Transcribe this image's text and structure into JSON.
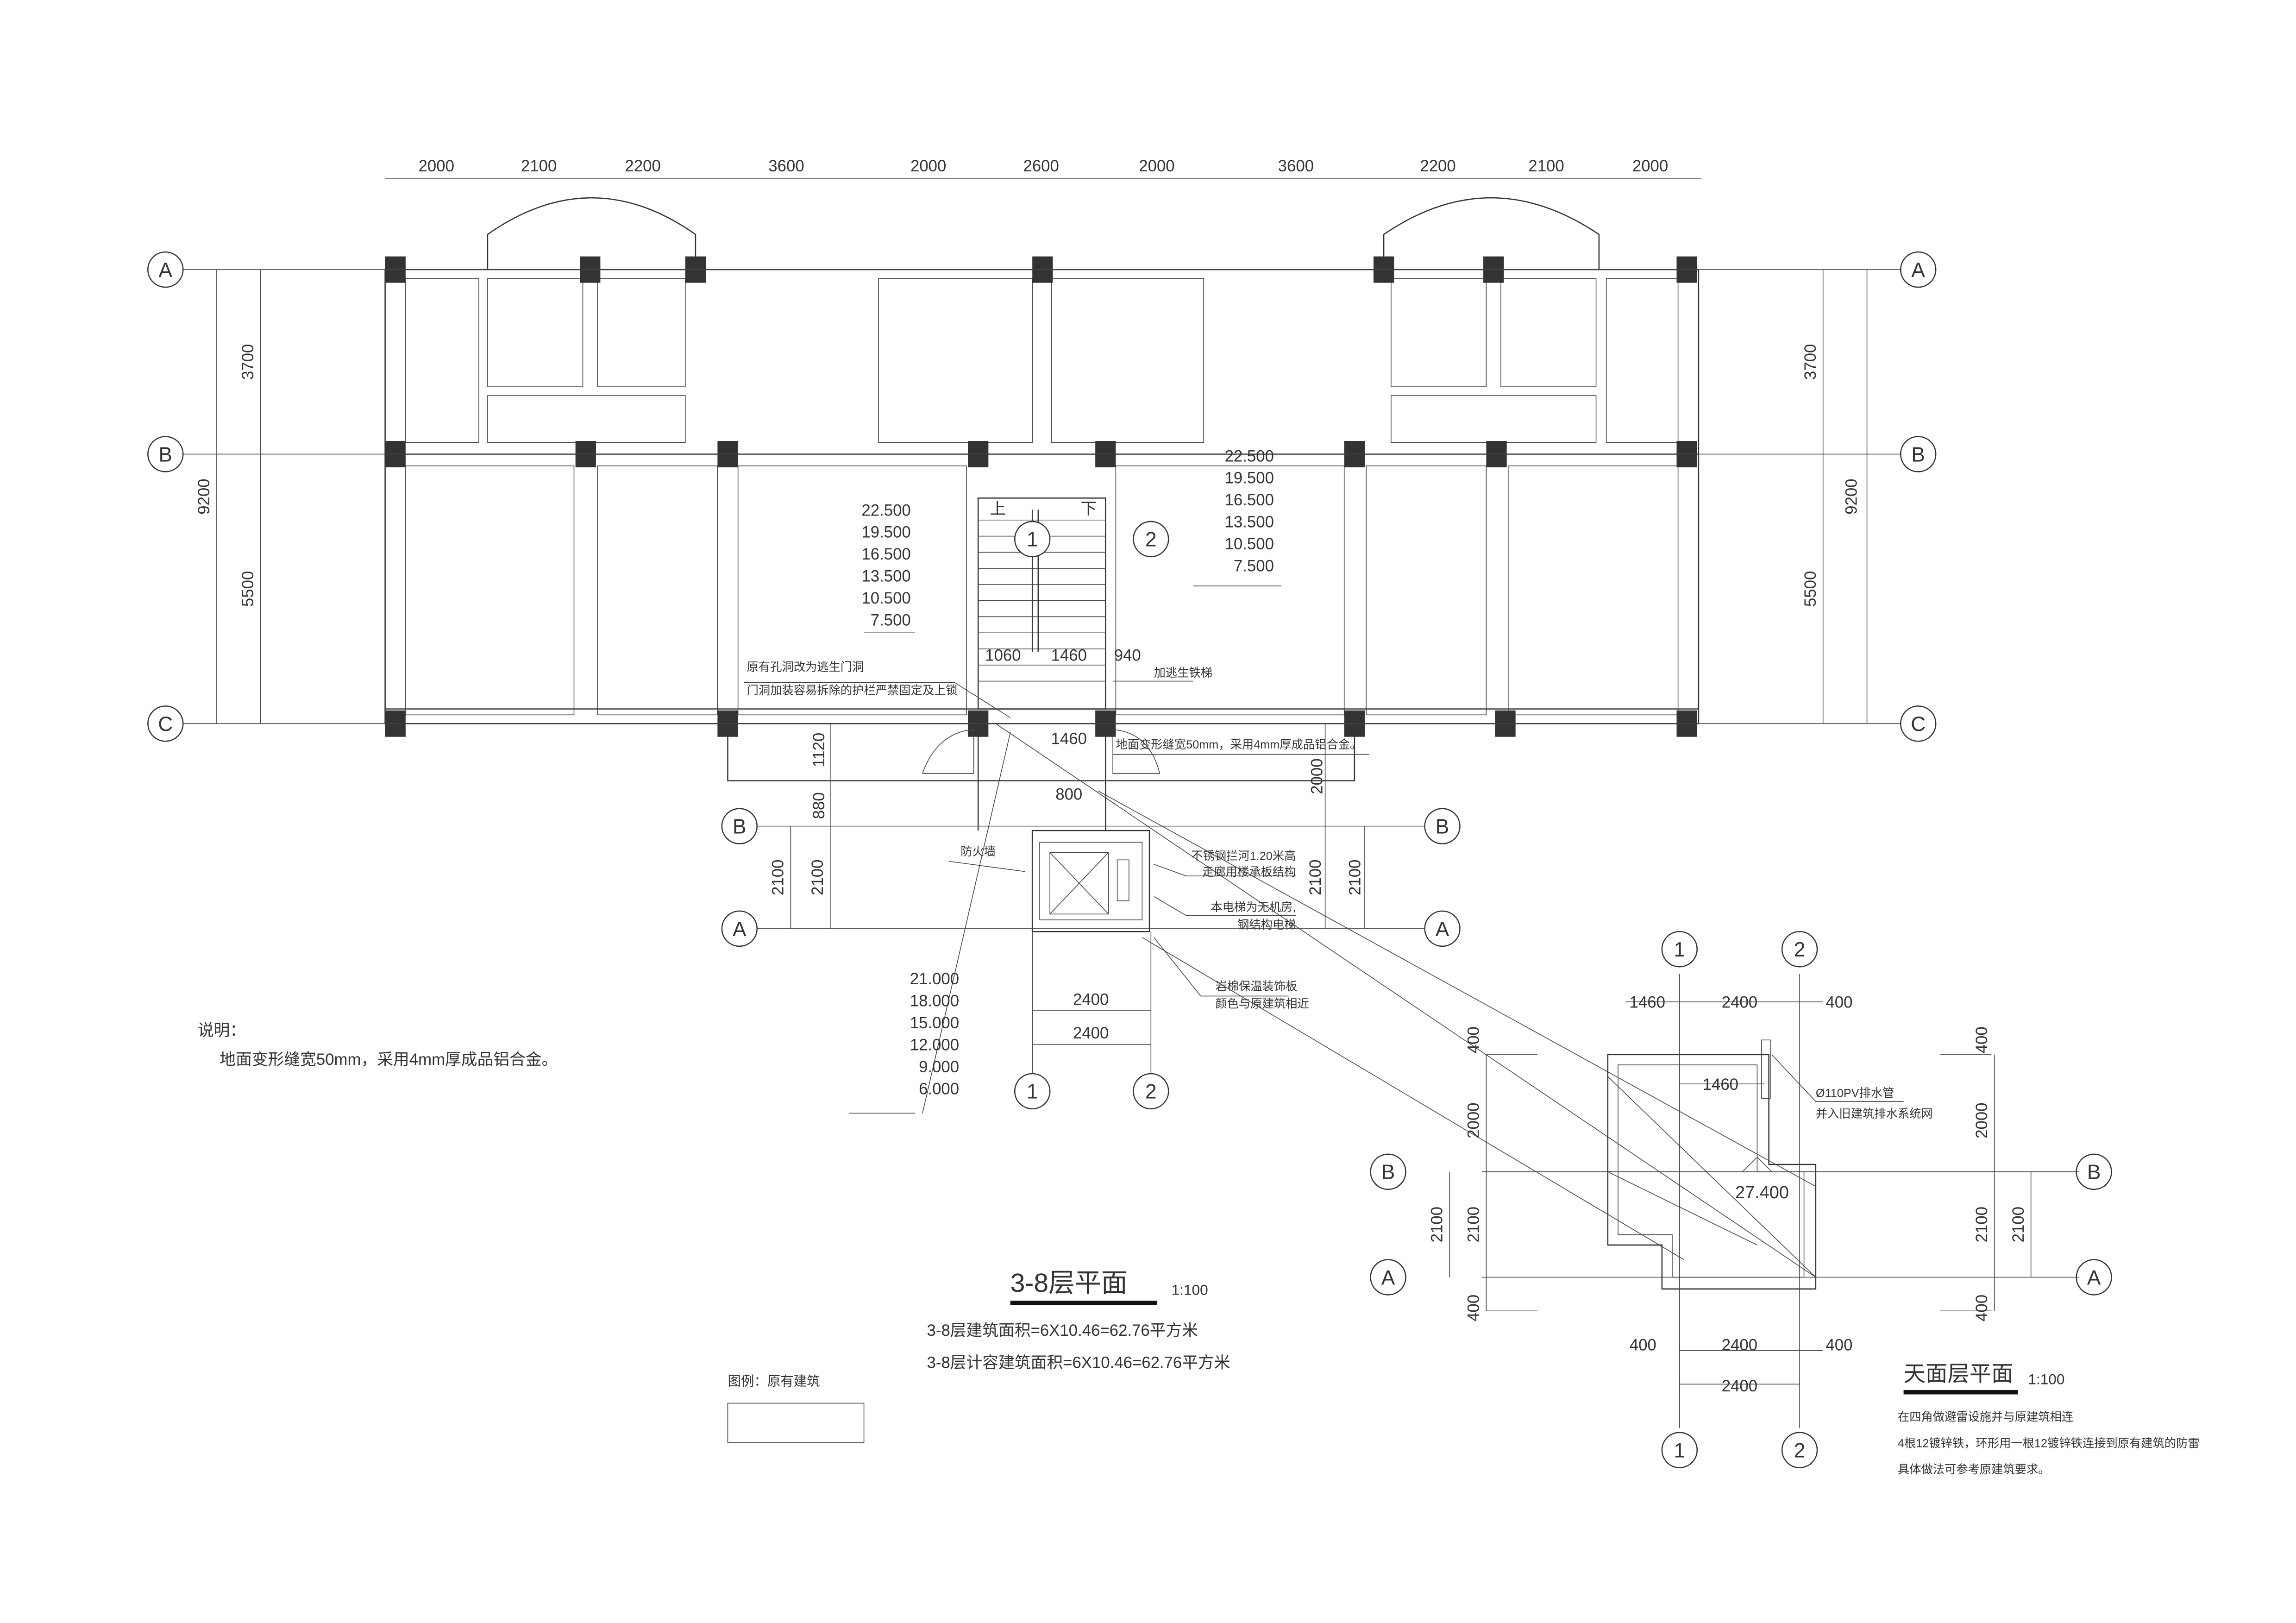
{
  "plan": {
    "top_dims": [
      "2000",
      "2100",
      "2200",
      "3600",
      "2000",
      "2600",
      "2000",
      "3600",
      "2200",
      "2100",
      "2000"
    ],
    "side_dims": {
      "total": "9200",
      "upper": "3700",
      "lower": "5500"
    },
    "axis_rows": [
      "A",
      "B",
      "C"
    ],
    "elev_left": [
      "22.500",
      "19.500",
      "16.500",
      "13.500",
      "10.500",
      "7.500"
    ],
    "elev_right": [
      "22.500",
      "19.500",
      "16.500",
      "13.500",
      "10.500",
      "7.500"
    ],
    "elev_lower": [
      "21.000",
      "18.000",
      "15.000",
      "12.000",
      "9.000",
      "6.000"
    ],
    "stair_dims": [
      "1060",
      "1460",
      "940"
    ],
    "stair_up": "上",
    "stair_down": "下",
    "corridor_dims": {
      "w1": "1460",
      "w2": "800",
      "h1": "1120",
      "h2": "880",
      "h3": "2000"
    },
    "lower_dims": {
      "side": "2100",
      "bottom1": "2400",
      "bottom2": "2400"
    },
    "axis_cols": [
      "1",
      "2"
    ],
    "notes": {
      "door1": "原有孔洞改为逃生门洞",
      "door2": "门洞加装容易拆除的护栏严禁固定及上锁",
      "ladder": "加逃生铁梯",
      "joint": "地面变形缝宽50mm，采用4mm厚成品铝合金。",
      "firewall": "防火墙",
      "rail1": "不锈钢拦河1.20米高",
      "rail2": "走廊用楼承板结构",
      "lift1": "本电梯为无机房,",
      "lift2": "钢结构电梯",
      "panel1": "岩棉保温装饰板",
      "panel2": "颜色与原建筑相近"
    },
    "explain_title": "说明：",
    "explain_text": "地面变形缝宽50mm，采用4mm厚成品铝合金。",
    "title": "3-8层平面",
    "scale": "1:100",
    "area1": "3-8层建筑面积=6X10.46=62.76平方米",
    "area2": "3-8层计容建筑面积=6X10.46=62.76平方米",
    "legend": "图例：原有建筑"
  },
  "roof": {
    "top_dims": [
      "1460",
      "2400",
      "400"
    ],
    "inner_dim": "1460",
    "bottom_dims": [
      "400",
      "2400",
      "400",
      "2400"
    ],
    "vert_dims": [
      "400",
      "2000",
      "2100",
      "400"
    ],
    "vert_dims2": [
      "2100"
    ],
    "elevation": "27.400",
    "pipe1": "Ø110PV排水管",
    "pipe2": "并入旧建筑排水系统网",
    "title": "天面层平面",
    "scale": "1:100",
    "notes": [
      "在四角做避雷设施并与原建筑相连",
      "4根12镀锌铁，环形用一根12镀锌铁连接到原有建筑的防雷",
      "具体做法可参考原建筑要求。"
    ]
  }
}
